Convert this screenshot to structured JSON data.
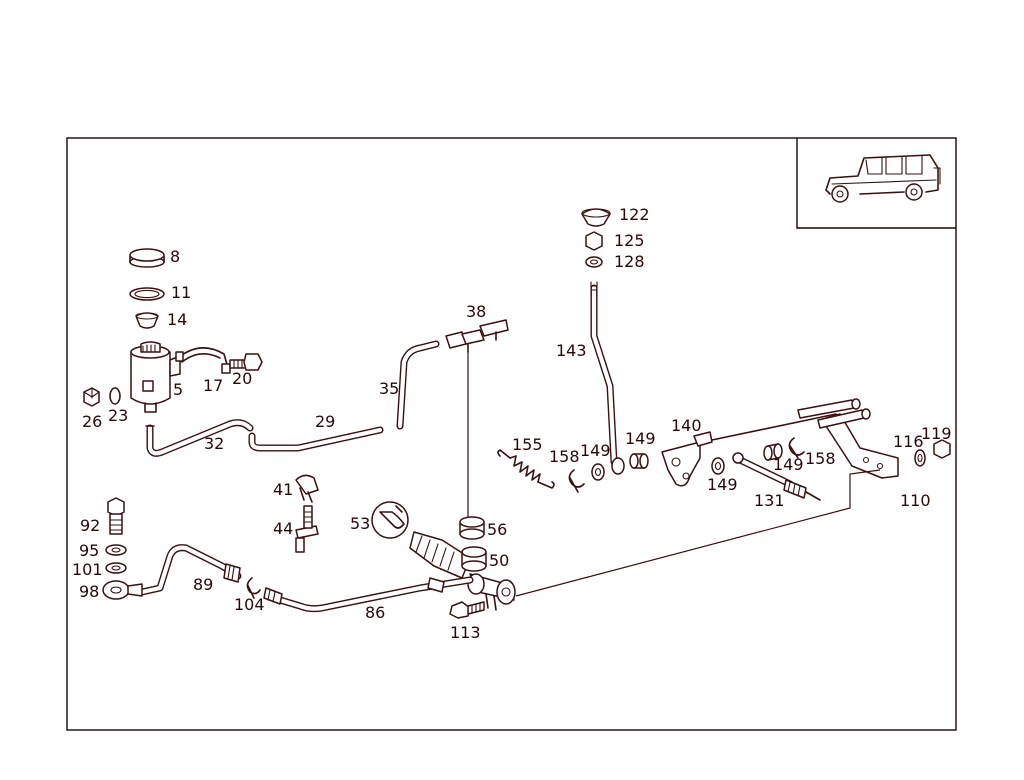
{
  "diagram": {
    "callouts": {
      "p8": "8",
      "p11": "11",
      "p14": "14",
      "p5": "5",
      "p17": "17",
      "p20": "20",
      "p26": "26",
      "p23": "23",
      "p32": "32",
      "p29": "29",
      "p35": "35",
      "p38": "38",
      "p122": "122",
      "p125": "125",
      "p128": "128",
      "p143": "143",
      "p140": "140",
      "p155": "155",
      "p158a": "158",
      "p149a": "149",
      "p149b": "149",
      "p149c": "149",
      "p149d": "149",
      "p158b": "158",
      "p116": "116",
      "p119": "119",
      "p110": "110",
      "p131": "131",
      "p41": "41",
      "p44": "44",
      "p53": "53",
      "p56": "56",
      "p50": "50",
      "p92": "92",
      "p95": "95",
      "p101": "101",
      "p98": "98",
      "p89": "89",
      "p104": "104",
      "p86": "86",
      "p113": "113"
    }
  }
}
